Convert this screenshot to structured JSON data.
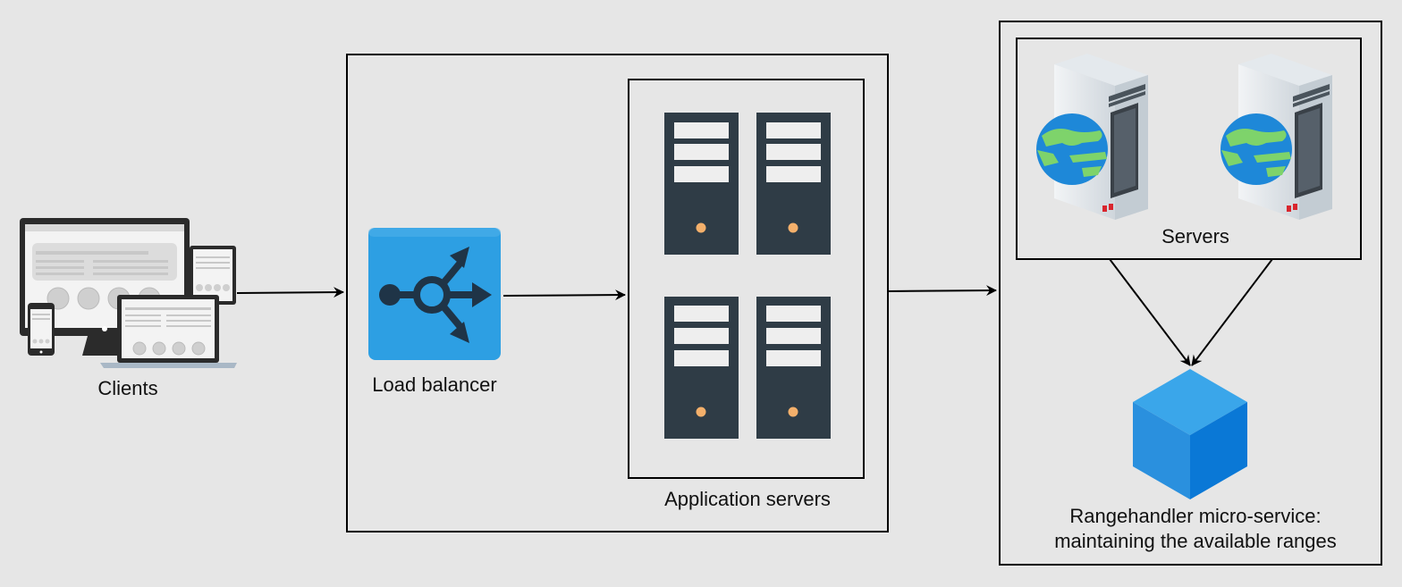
{
  "labels": {
    "clients": "Clients",
    "load_balancer": "Load balancer",
    "application_servers": "Application servers",
    "servers": "Servers",
    "rangehandler_line1": "Rangehandler micro-service:",
    "rangehandler_line2": "maintaining the available ranges"
  },
  "icons": {
    "clients": "devices-icon",
    "load_balancer": "load-balancer-icon",
    "application_server": "server-tower-icon",
    "web_server": "web-server-globe-icon",
    "microservice": "cube-icon"
  },
  "colors": {
    "background": "#e6e6e6",
    "outline": "#000000",
    "load_balancer_blue": "#2d9fe3",
    "server_dark": "#2f3c46",
    "server_slot": "#eeeeee",
    "server_led": "#f4b06b",
    "cube_blue": "#1f8fe0"
  }
}
